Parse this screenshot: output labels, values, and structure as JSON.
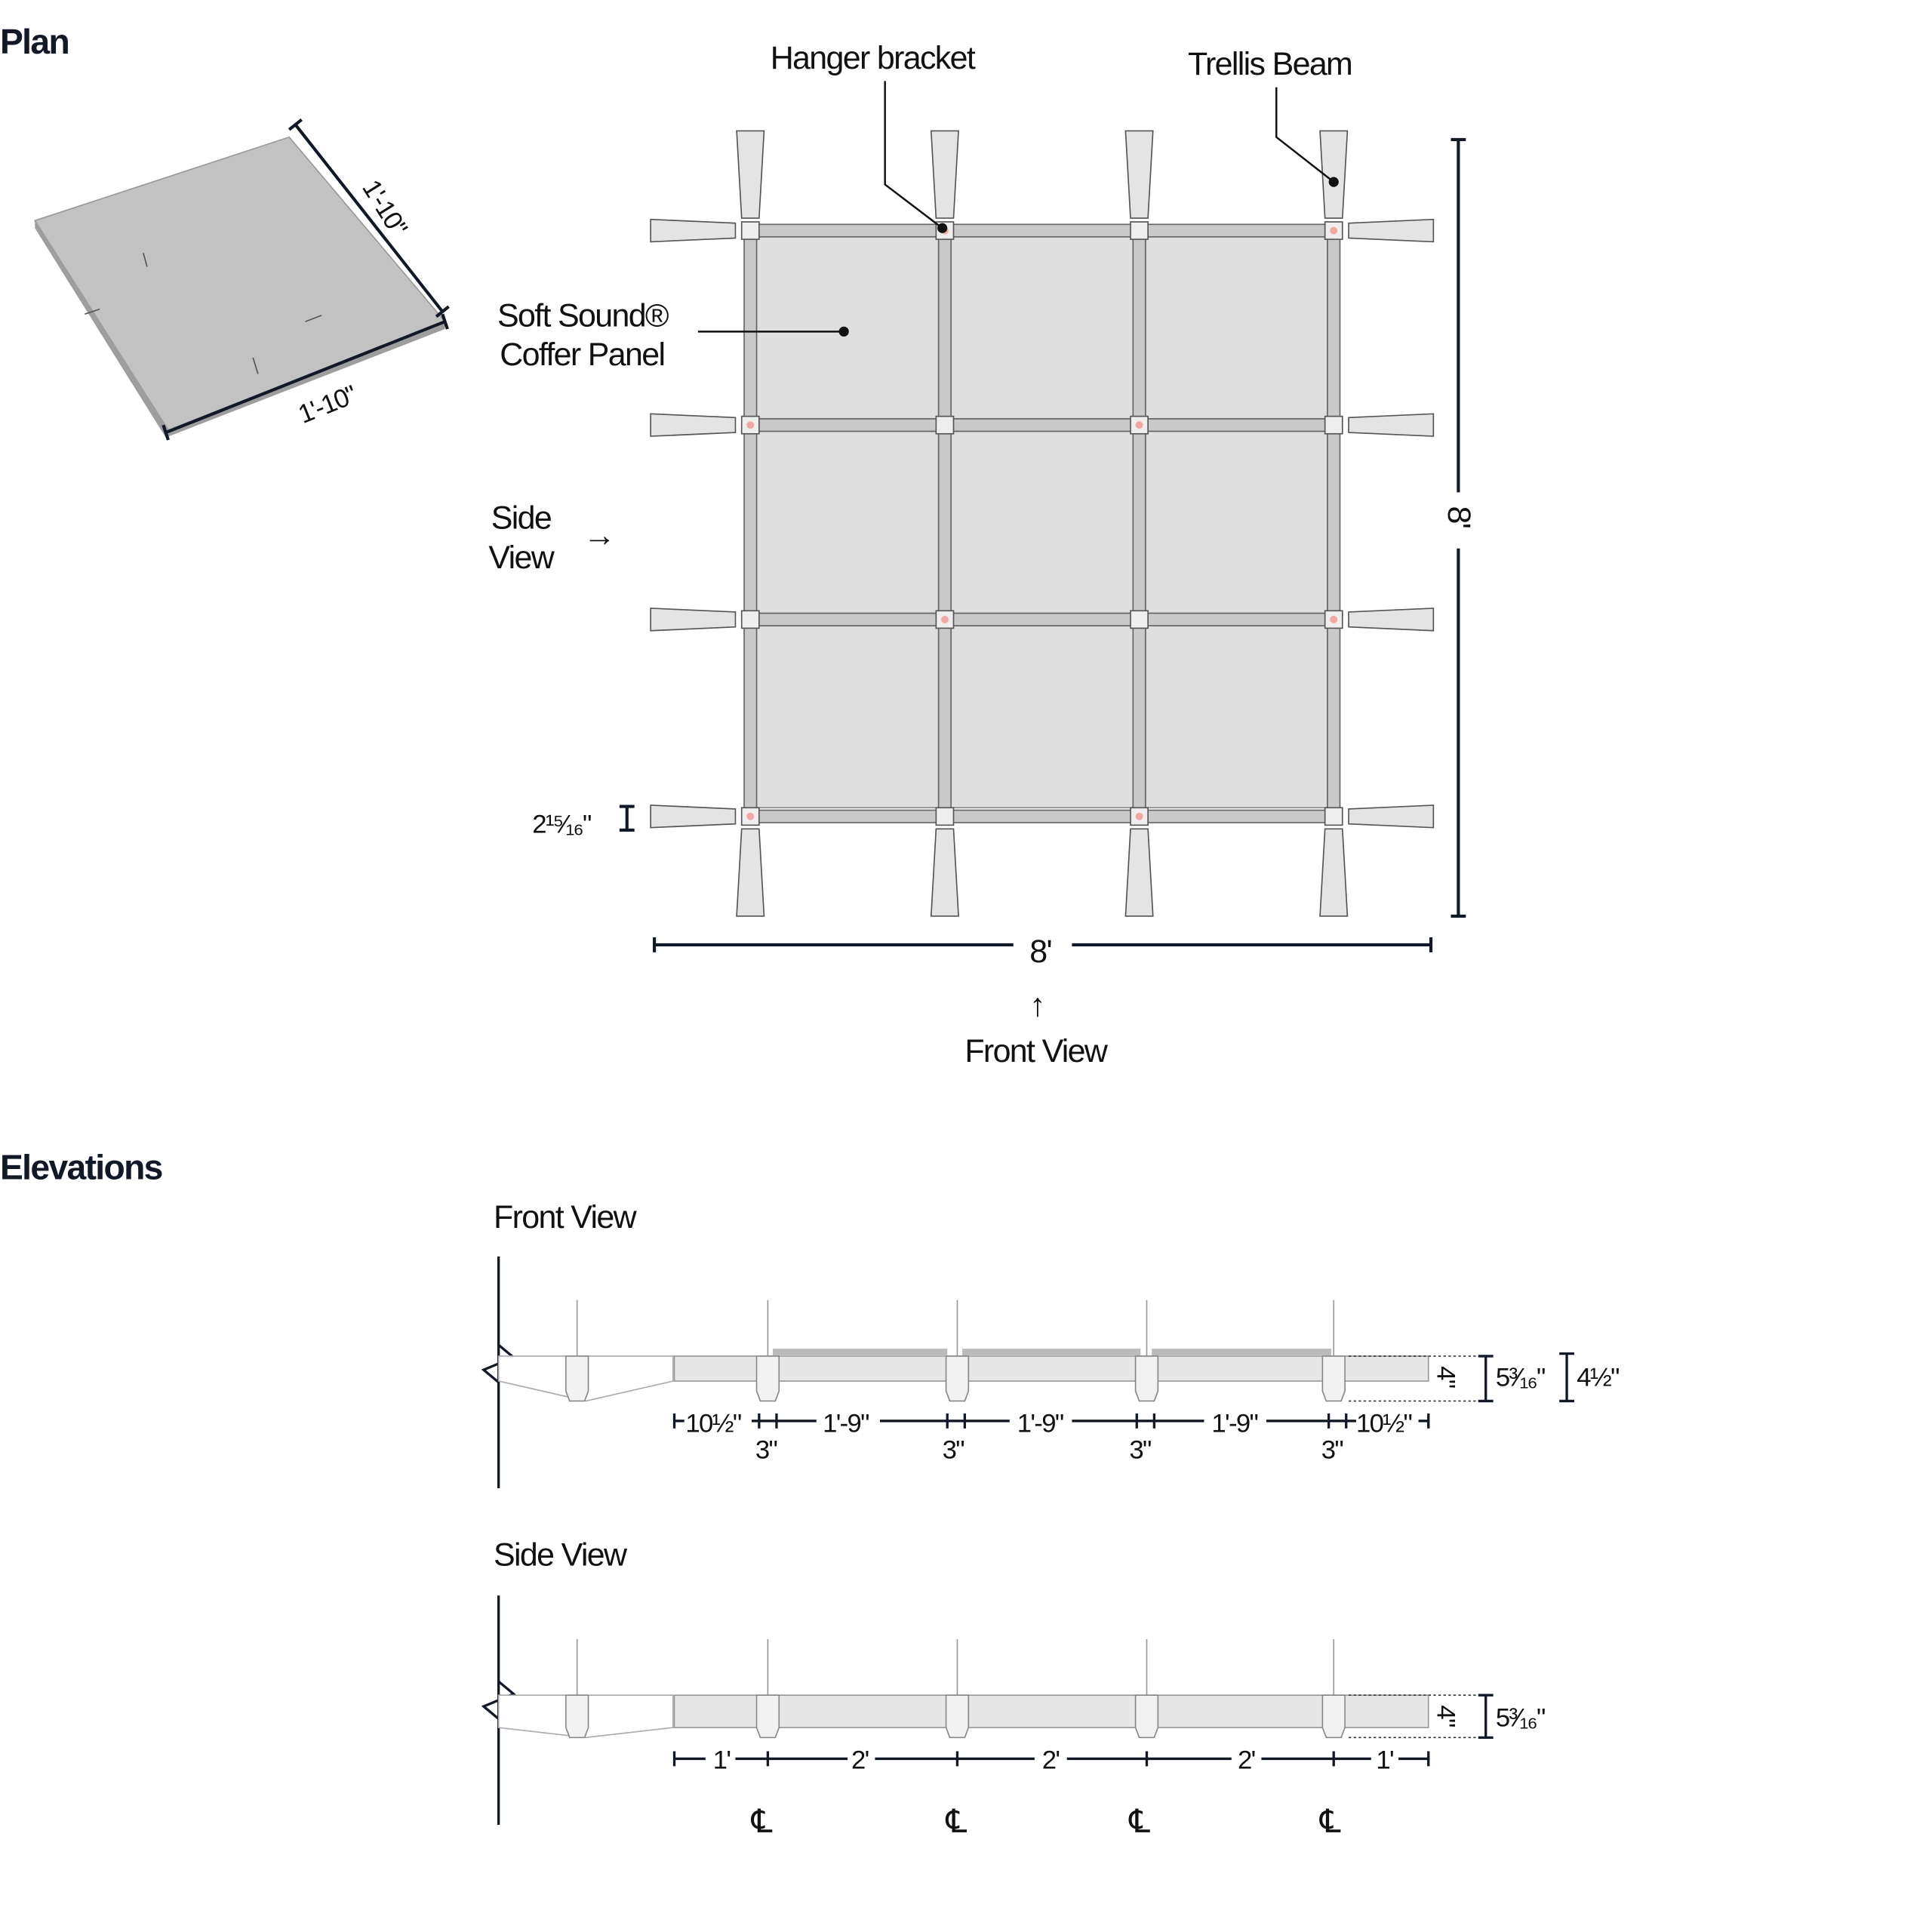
{
  "sections": {
    "plan": "Plan",
    "elevations": "Elevations"
  },
  "panel_detail": {
    "width": "1'-10\"",
    "depth": "1'-10\""
  },
  "callouts": {
    "hanger": "Hanger bracket",
    "trellis": "Trellis Beam",
    "panel_line1": "Soft Sound®",
    "panel_line2": "Coffer Panel"
  },
  "plan": {
    "side_view_line1": "Side",
    "side_view_line2": "View",
    "side_arrow": "→",
    "front_arrow": "↑",
    "front_view": "Front View",
    "width": "8'",
    "height": "8'",
    "beam_width": "2¹⁵⁄₁₆\""
  },
  "front_elevation": {
    "title": "Front View",
    "spans": [
      "10½\"",
      "1'-9\"",
      "1'-9\"",
      "1'-9\"",
      "10½\""
    ],
    "beams": [
      "3\"",
      "3\"",
      "3\"",
      "3\""
    ],
    "heights": [
      "4\"",
      "5³⁄₁₆\"",
      "4½\""
    ]
  },
  "side_elevation": {
    "title": "Side View",
    "spans": [
      "1'",
      "2'",
      "2'",
      "2'",
      "1'"
    ],
    "heights": [
      "4\"",
      "5³⁄₁₆\""
    ],
    "centerlines": [
      "℄",
      "℄",
      "℄",
      "℄"
    ]
  },
  "colors": {
    "panel": "#dfdfdf",
    "beam": "#c9c9c9",
    "ink": "#111827",
    "bracket": "#f4a6a0"
  }
}
